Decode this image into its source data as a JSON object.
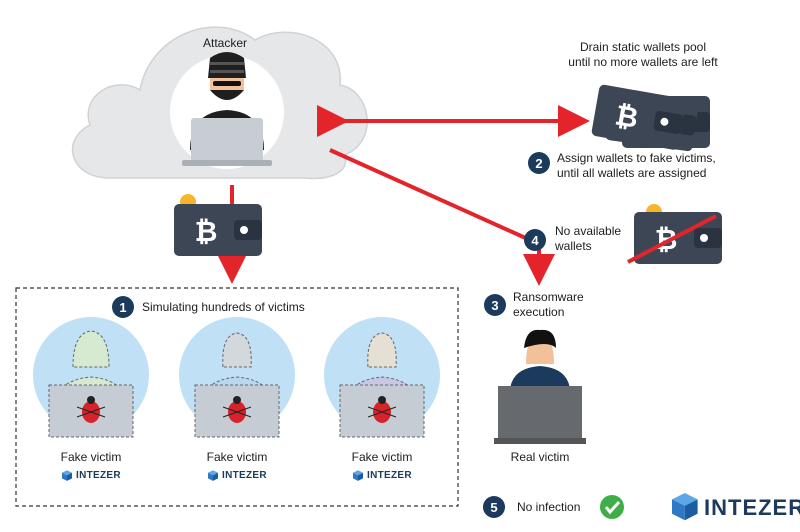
{
  "attacker_label": "Attacker",
  "drain_label_1": "Drain static wallets pool",
  "drain_label_2": "until no more wallets are left",
  "steps": {
    "s1": {
      "number": "1",
      "text": "Simulating hundreds of victims"
    },
    "s2": {
      "number": "2",
      "text1": "Assign wallets to fake victims,",
      "text2": "until all wallets are assigned"
    },
    "s3": {
      "number": "3",
      "text1": "Ransomware",
      "text2": "execution"
    },
    "s4": {
      "number": "4",
      "text1": "No available",
      "text2": "wallets"
    },
    "s5": {
      "number": "5",
      "text": "No infection"
    }
  },
  "fake_victims": [
    {
      "label": "Fake victim",
      "brand": "INTEZER"
    },
    {
      "label": "Fake victim",
      "brand": "INTEZER"
    },
    {
      "label": "Fake victim",
      "brand": "INTEZER"
    }
  ],
  "real_victim_label": "Real victim",
  "brand_footer": "INTEZER",
  "colors": {
    "arrow_red": "#e3242b",
    "badge_navy": "#1b3a5c",
    "cloud": "#e6e7e8",
    "victim_circle": "#bfe0f5",
    "wallet": "#3d4654",
    "check_green": "#3fae49"
  },
  "icons": [
    "cloud-icon",
    "hacker-icon",
    "bitcoin-wallet-icon",
    "person-icon",
    "laptop-icon",
    "bug-icon",
    "check-icon",
    "intezer-cube-icon"
  ]
}
